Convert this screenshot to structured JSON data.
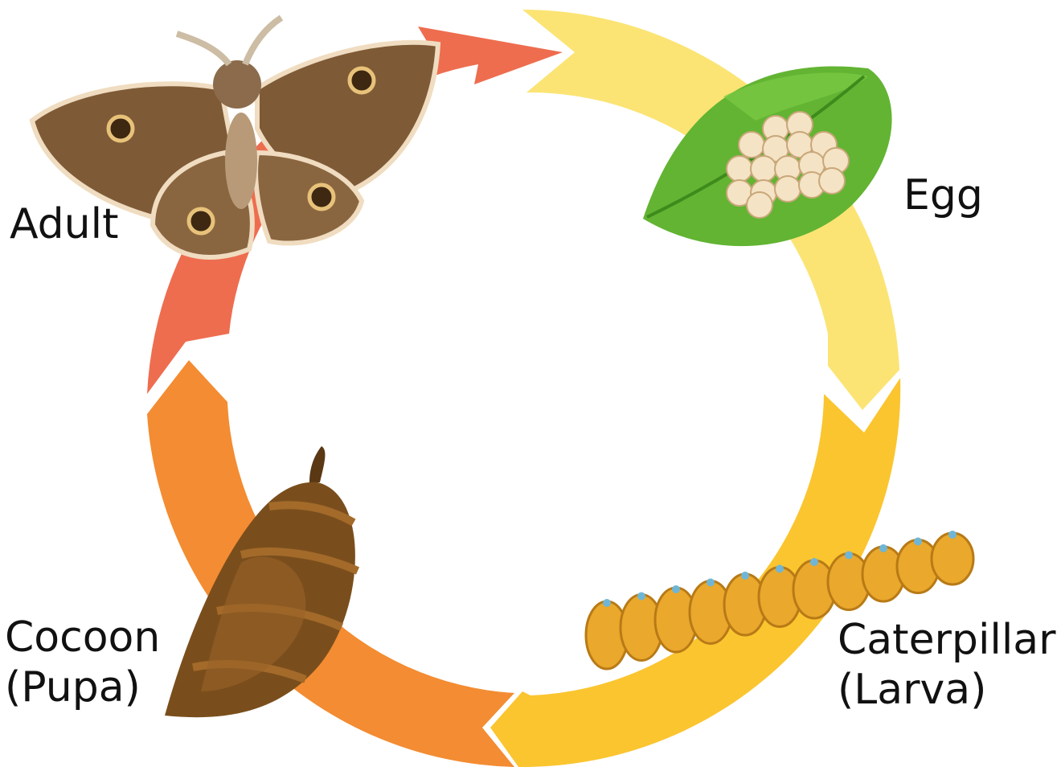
{
  "stages": [
    {
      "id": "egg",
      "label_lines": [
        "Egg"
      ]
    },
    {
      "id": "caterpillar",
      "label_lines": [
        "Caterpillar",
        "(Larva)"
      ]
    },
    {
      "id": "cocoon",
      "label_lines": [
        "Cocoon",
        "(Pupa)"
      ]
    },
    {
      "id": "adult",
      "label_lines": [
        "Adult"
      ]
    }
  ],
  "colors": {
    "arrow_adult_to_egg": "#ee6d4f",
    "arrow_egg_to_caterpillar": "#fbe474",
    "arrow_caterpillar_to_cocoon": "#fbc530",
    "arrow_cocoon_to_adult": "#f38c32",
    "leaf": "#62b432",
    "egg": "#f4e3c4",
    "larva": "#eaa82c",
    "pupa": "#7a4e1c",
    "moth": "#7e5a36"
  },
  "icons": [
    "moth-icon",
    "leaf-eggs-icon",
    "caterpillar-icon",
    "pupa-icon"
  ]
}
